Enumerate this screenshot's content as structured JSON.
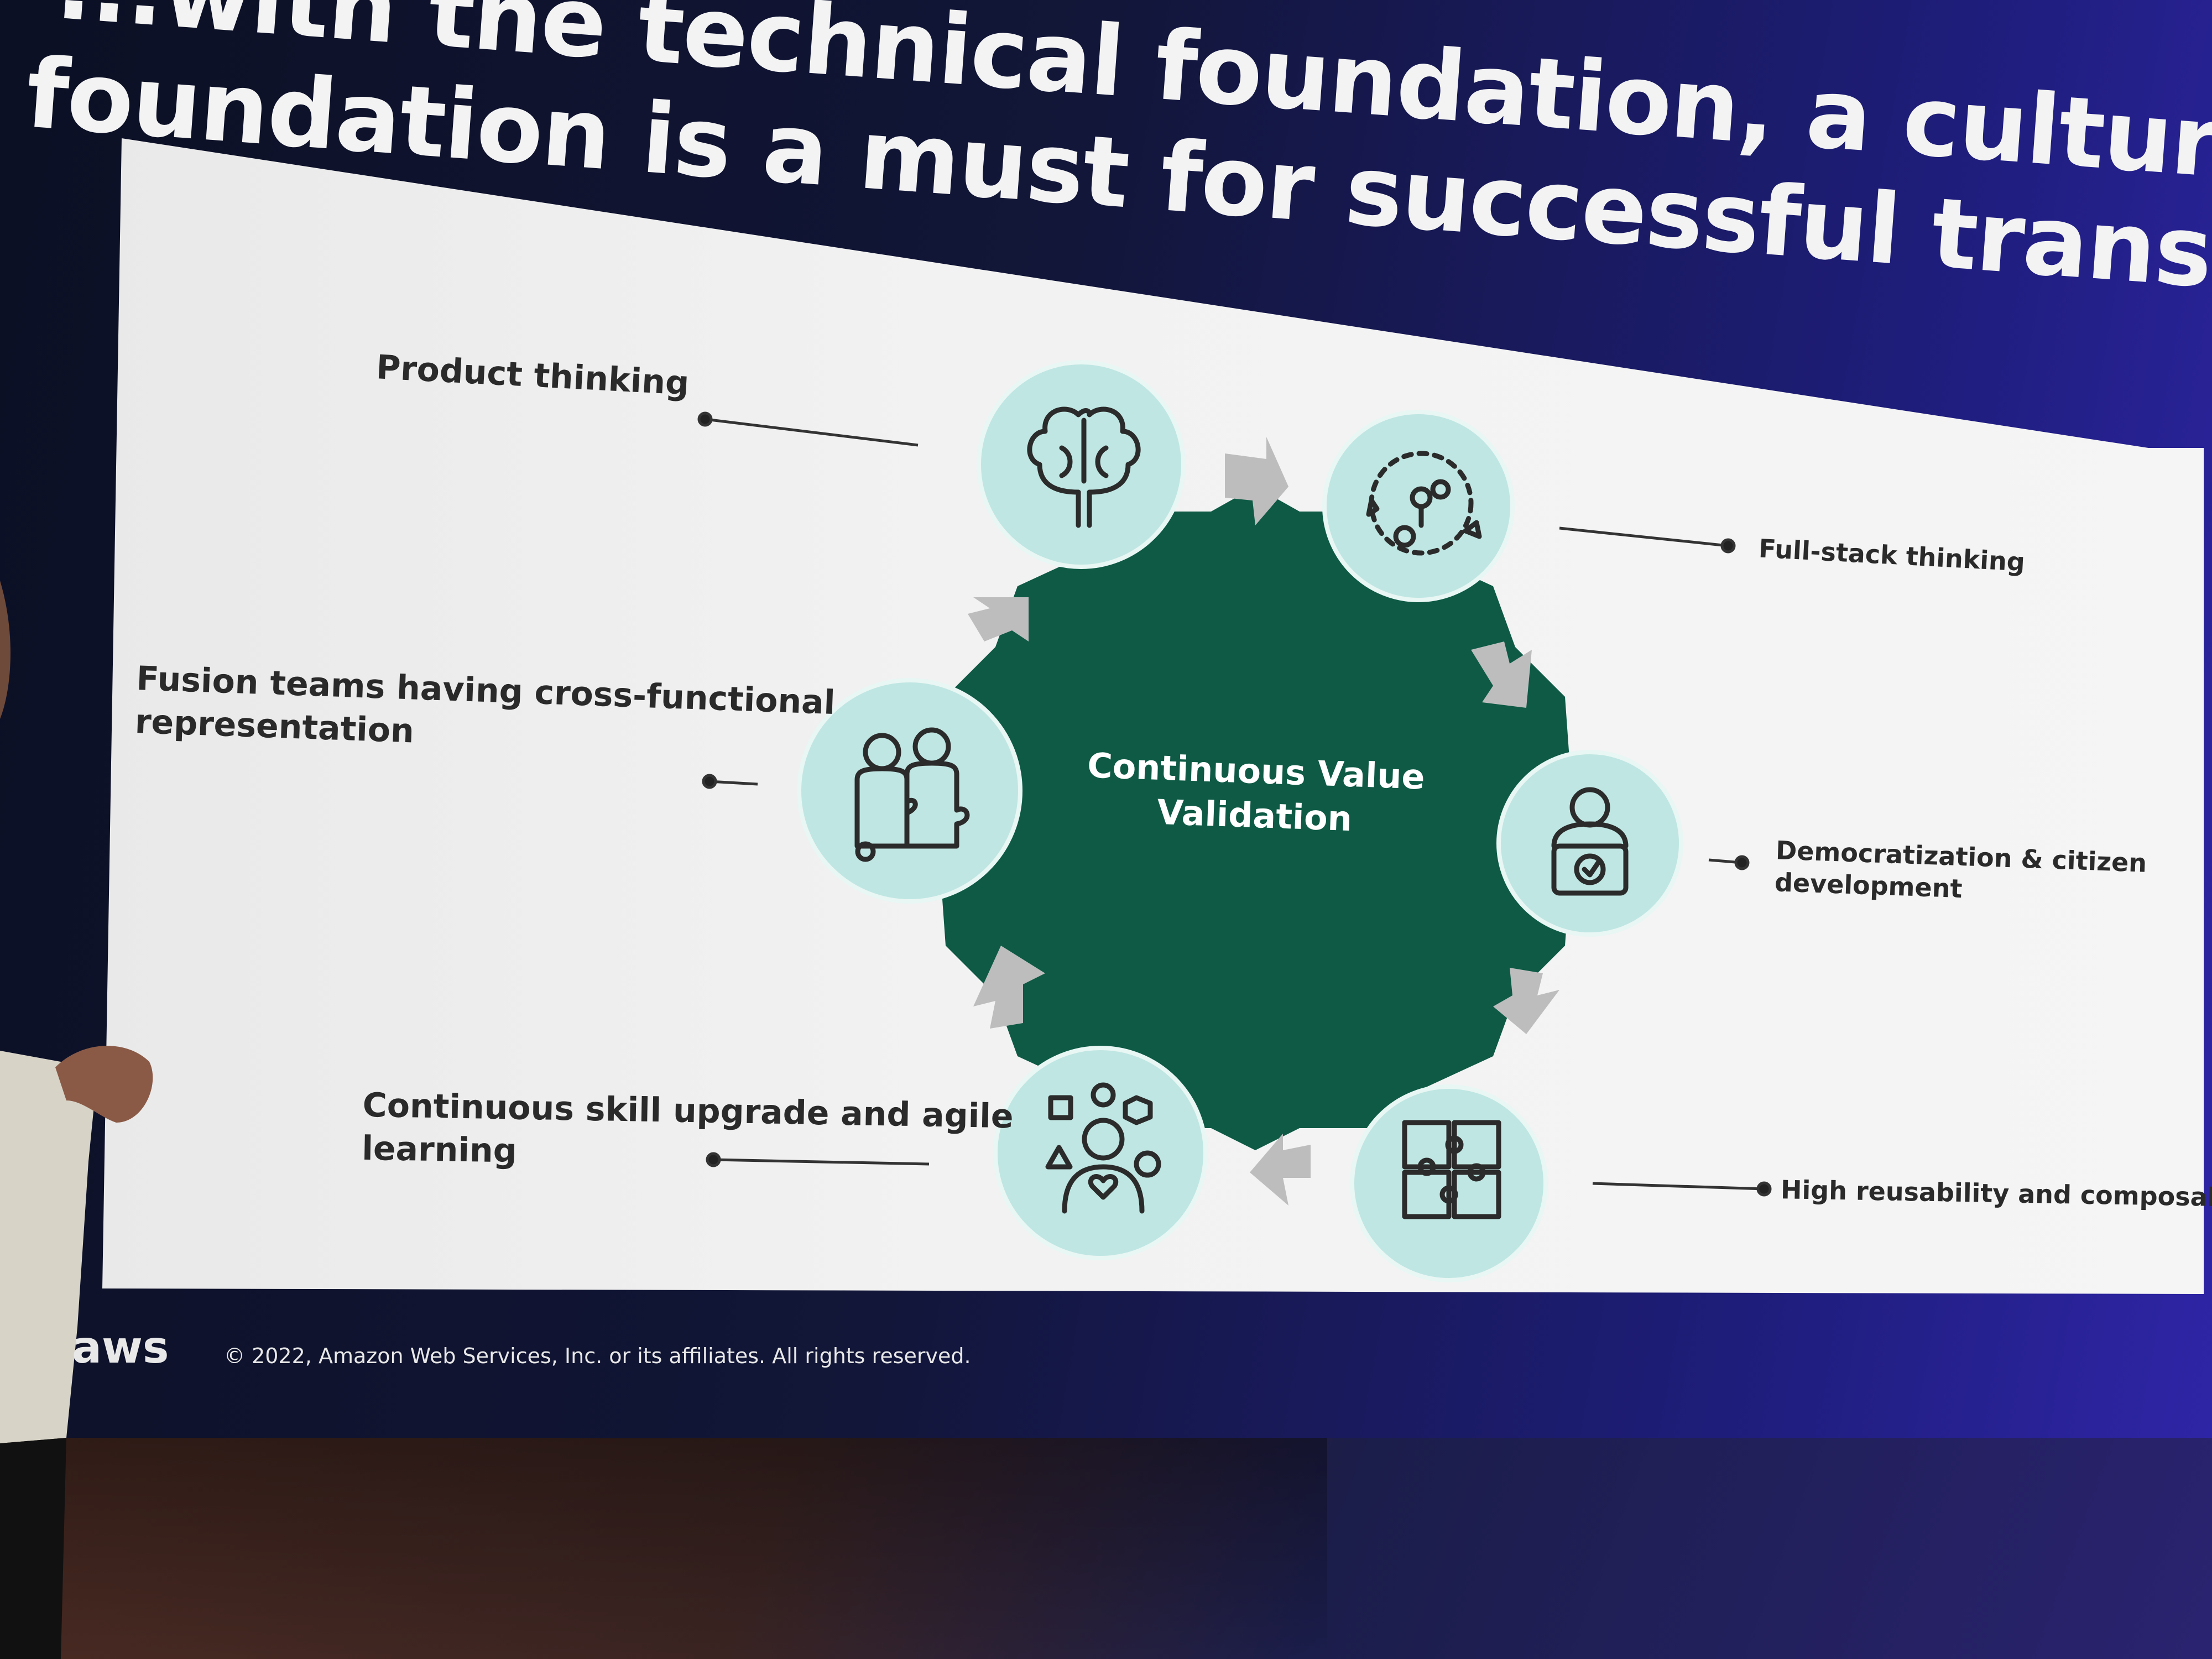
{
  "headline": {
    "line1": "...with the technical foundation, a cultural",
    "line2": "foundation is a must for successful transformation"
  },
  "diagram": {
    "center": {
      "line1": "Continuous Value",
      "line2": "Validation"
    },
    "nodes": [
      {
        "label": "Product thinking",
        "icon": "brain-icon"
      },
      {
        "label": "Full-stack thinking",
        "icon": "stack-cycle-icon"
      },
      {
        "label_line1": "Democratization & citizen",
        "label_line2": "development",
        "icon": "person-with-screen-icon"
      },
      {
        "label": "High reusability and composability",
        "icon": "puzzle-grid-icon"
      },
      {
        "label_line1": "Continuous skill upgrade and agile",
        "label_line2": "learning",
        "icon": "person-with-shapes-icon"
      },
      {
        "label_line1": "Fusion teams having cross-functional",
        "label_line2": "representation",
        "icon": "people-puzzle-icon"
      }
    ],
    "colors": {
      "center_fill": "#0e5a45",
      "node_fill": "#bfe6e2",
      "arrow_fill": "#bdbdbd",
      "label_text": "#2a2a2a"
    }
  },
  "footer": {
    "brand": "aws",
    "copyright": "© 2022, Amazon Web Services, Inc. or its affiliates. All rights reserved."
  }
}
